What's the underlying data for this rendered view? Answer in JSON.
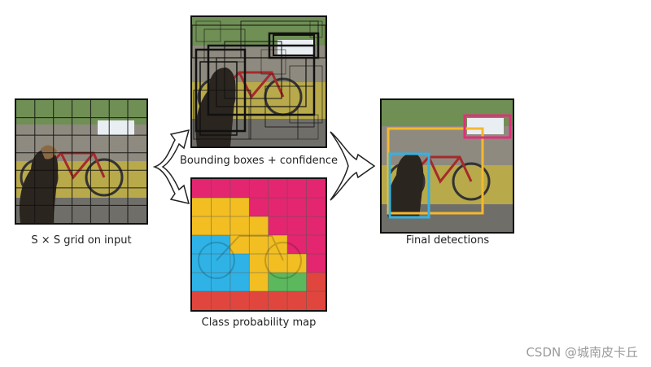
{
  "captions": {
    "grid_input": "S × S grid on input",
    "bounding_boxes": "Bounding boxes + confidence",
    "class_map": "Class probability map",
    "final": "Final detections"
  },
  "watermark": "CSDN @城南皮卡丘",
  "colors": {
    "class_pink": "#e3266f",
    "class_yellow": "#f2be22",
    "class_blue": "#2fb3e6",
    "class_green": "#5cb85c",
    "class_red": "#e1463e",
    "box_yellow": "#f5b82e",
    "box_blue": "#34b2e4",
    "box_pink": "#e0307a"
  },
  "class_grid": [
    [
      "pink",
      "pink",
      "pink",
      "pink",
      "pink",
      "pink",
      "pink"
    ],
    [
      "yellow",
      "yellow",
      "yellow",
      "pink",
      "pink",
      "pink",
      "pink"
    ],
    [
      "yellow",
      "yellow",
      "yellow",
      "yellow",
      "pink",
      "pink",
      "pink"
    ],
    [
      "blue",
      "blue",
      "yellow",
      "yellow",
      "yellow",
      "pink",
      "pink"
    ],
    [
      "blue",
      "blue",
      "blue",
      "yellow",
      "yellow",
      "yellow",
      "pink"
    ],
    [
      "blue",
      "blue",
      "blue",
      "yellow",
      "green",
      "green",
      "red"
    ],
    [
      "red",
      "red",
      "red",
      "red",
      "red",
      "red",
      "red"
    ]
  ],
  "icons": {
    "arrow_left": "split-arrow-icon",
    "arrow_right": "merge-arrow-icon"
  }
}
